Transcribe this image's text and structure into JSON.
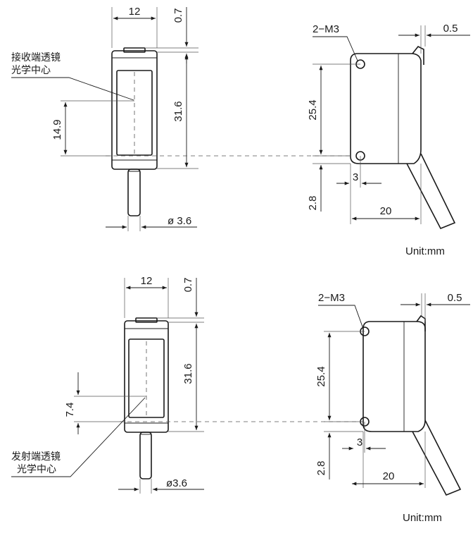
{
  "receiver": {
    "front": {
      "width": "12",
      "top_cap": "0.7",
      "height": "31.6",
      "axis_height": "14.9",
      "cable_dia": "ø 3.6",
      "lens_note_line1": "接收端透镜",
      "lens_note_line2": "光学中心"
    },
    "side": {
      "thread": "2−M3",
      "offset": "0.5",
      "hole_pitch": "25.4",
      "hole_edge": "3",
      "bottom": "2.8",
      "depth": "20",
      "unit": "Unit:mm"
    }
  },
  "emitter": {
    "front": {
      "width": "12",
      "top_cap": "0.7",
      "height": "31.6",
      "axis_height": "7.4",
      "cable_dia": "ø3.6",
      "lens_note_line1": "发射端透镜",
      "lens_note_line2": "光学中心"
    },
    "side": {
      "thread": "2−M3",
      "offset": "0.5",
      "hole_pitch": "25.4",
      "hole_edge": "3",
      "bottom": "2.8",
      "depth": "20",
      "unit": "Unit:mm"
    }
  }
}
